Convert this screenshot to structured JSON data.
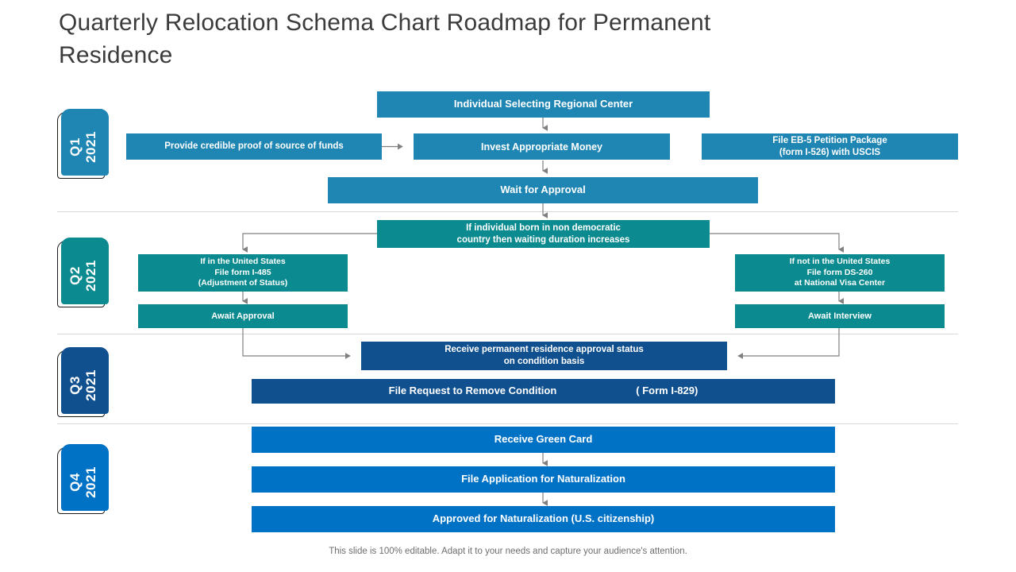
{
  "slide": {
    "title": "Quarterly Relocation Schema Chart Roadmap for Permanent Residence",
    "footer": "This slide is 100% editable. Adapt it to your needs and capture your audience's attention."
  },
  "colors": {
    "q1": "#1f86b4",
    "q2": "#0b8a8f",
    "q3": "#10508f",
    "q4": "#0072c6",
    "title_text": "#3b3b3b",
    "box_text": "#ffffff",
    "connector": "#808080",
    "divider": "#d8d8d8",
    "badge_outline": "#1a1a1a",
    "footer_text": "#6e6e6e"
  },
  "quarters": [
    {
      "id": "q1",
      "quarter_label": "Q1",
      "year_label": "2021",
      "steps": [
        {
          "id": "individual-selecting-regional-center",
          "line1": "Individual Selecting Regional Center",
          "line2": ""
        },
        {
          "id": "provide-credible-proof-of-source-of-funds",
          "line1": "Provide credible proof of source of funds",
          "line2": ""
        },
        {
          "id": "invest-appropriate-money",
          "line1": "Invest Appropriate Money",
          "line2": ""
        },
        {
          "id": "file-eb5-petition-package",
          "line1": "File EB-5 Petition Package",
          "line2": "(form I-526) with USCIS"
        },
        {
          "id": "wait-for-approval",
          "line1": "Wait for Approval",
          "line2": ""
        }
      ]
    },
    {
      "id": "q2",
      "quarter_label": "Q2",
      "year_label": "2021",
      "steps": [
        {
          "id": "non-democratic-country-waiting-duration",
          "line1": "If individual  born in non democratic",
          "line2": "country then waiting duration increases"
        },
        {
          "id": "if-in-the-united-states-form-i485",
          "line1": "If in the United States",
          "line2": "File form I-485",
          "line3": "(Adjustment of Status)"
        },
        {
          "id": "if-not-in-the-united-states-form-ds260",
          "line1": "If not in the United States",
          "line2": "File form DS-260",
          "line3": "at National Visa Center"
        },
        {
          "id": "await-approval",
          "line1": "Await Approval",
          "line2": ""
        },
        {
          "id": "await-interview",
          "line1": "Await Interview",
          "line2": ""
        }
      ]
    },
    {
      "id": "q3",
      "quarter_label": "Q3",
      "year_label": "2021",
      "steps": [
        {
          "id": "receive-permanent-residence-approval-status",
          "line1": "Receive permanent residence approval status",
          "line2": "on condition  basis"
        },
        {
          "id": "file-request-to-remove-condition",
          "line1": "File Request to Remove Condition",
          "line2": "( Form I-829)"
        }
      ]
    },
    {
      "id": "q4",
      "quarter_label": "Q4",
      "year_label": "2021",
      "steps": [
        {
          "id": "receive-green-card",
          "line1": "Receive Green Card",
          "line2": ""
        },
        {
          "id": "file-application-for-naturalization",
          "line1": "File Application for Naturalization",
          "line2": ""
        },
        {
          "id": "approved-for-naturalization",
          "line1": "Approved for Naturalization (U.S. citizenship)",
          "line2": ""
        }
      ]
    }
  ]
}
